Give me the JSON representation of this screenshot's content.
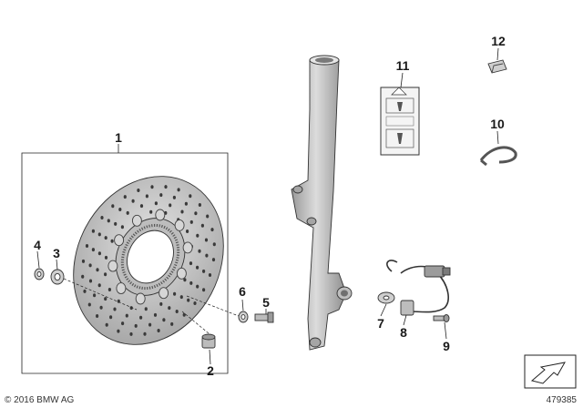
{
  "callouts": [
    "1",
    "2",
    "3",
    "4",
    "5",
    "6",
    "7",
    "8",
    "9",
    "10",
    "11",
    "12"
  ],
  "footer": {
    "copyright": "© 2016 BMW AG",
    "diagram_number": "479385"
  },
  "colors": {
    "part_fill": "#c8c8c8",
    "part_dark": "#8f8f8f",
    "line": "#222222"
  },
  "icons": {
    "corner_arrow": "arrow-icon",
    "label_warning": "abs-warning-label-icon"
  }
}
